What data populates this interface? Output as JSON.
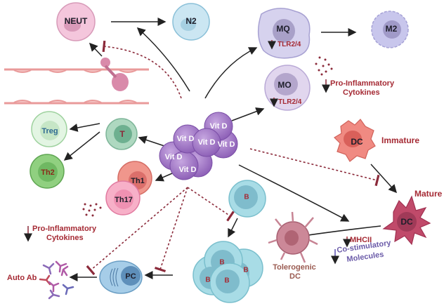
{
  "title": "Immunomodulatory effects of Vitamin D",
  "center": {
    "label": "Vit D",
    "count": 7
  },
  "cells": {
    "neut": "NEUT",
    "n2": "N2",
    "mq": "MQ",
    "m2": "M2",
    "mo": "MO",
    "t": "T",
    "treg": "Treg",
    "th2": "Th2",
    "th1": "Th1",
    "th17": "Th17",
    "dc_immature": "DC",
    "dc_mature": "DC",
    "b": "B",
    "pc": "PC"
  },
  "labels": {
    "tlr_mq": "TLR2/4",
    "tlr_mo": "TLR2/4",
    "cytokines_right_1": "Pro-Inflammatory",
    "cytokines_right_2": "Cytokines",
    "cytokines_left_1": "Pro-Inflammatory",
    "cytokines_left_2": "Cytokines",
    "immature": "Immature",
    "mature": "Mature",
    "tolerogenic_1": "Tolerogenic",
    "tolerogenic_2": "DC",
    "mhcii": "MHCII",
    "costim_1": "Co-stimulatory",
    "costim_2": "Molecules",
    "auto_ab": "Auto Ab"
  },
  "colors": {
    "inhibit": "#8b2a3a",
    "arrow": "#222222",
    "vitd": "#a77fc9",
    "red_text": "#a52a34",
    "blue_text": "#6a5aa8"
  }
}
